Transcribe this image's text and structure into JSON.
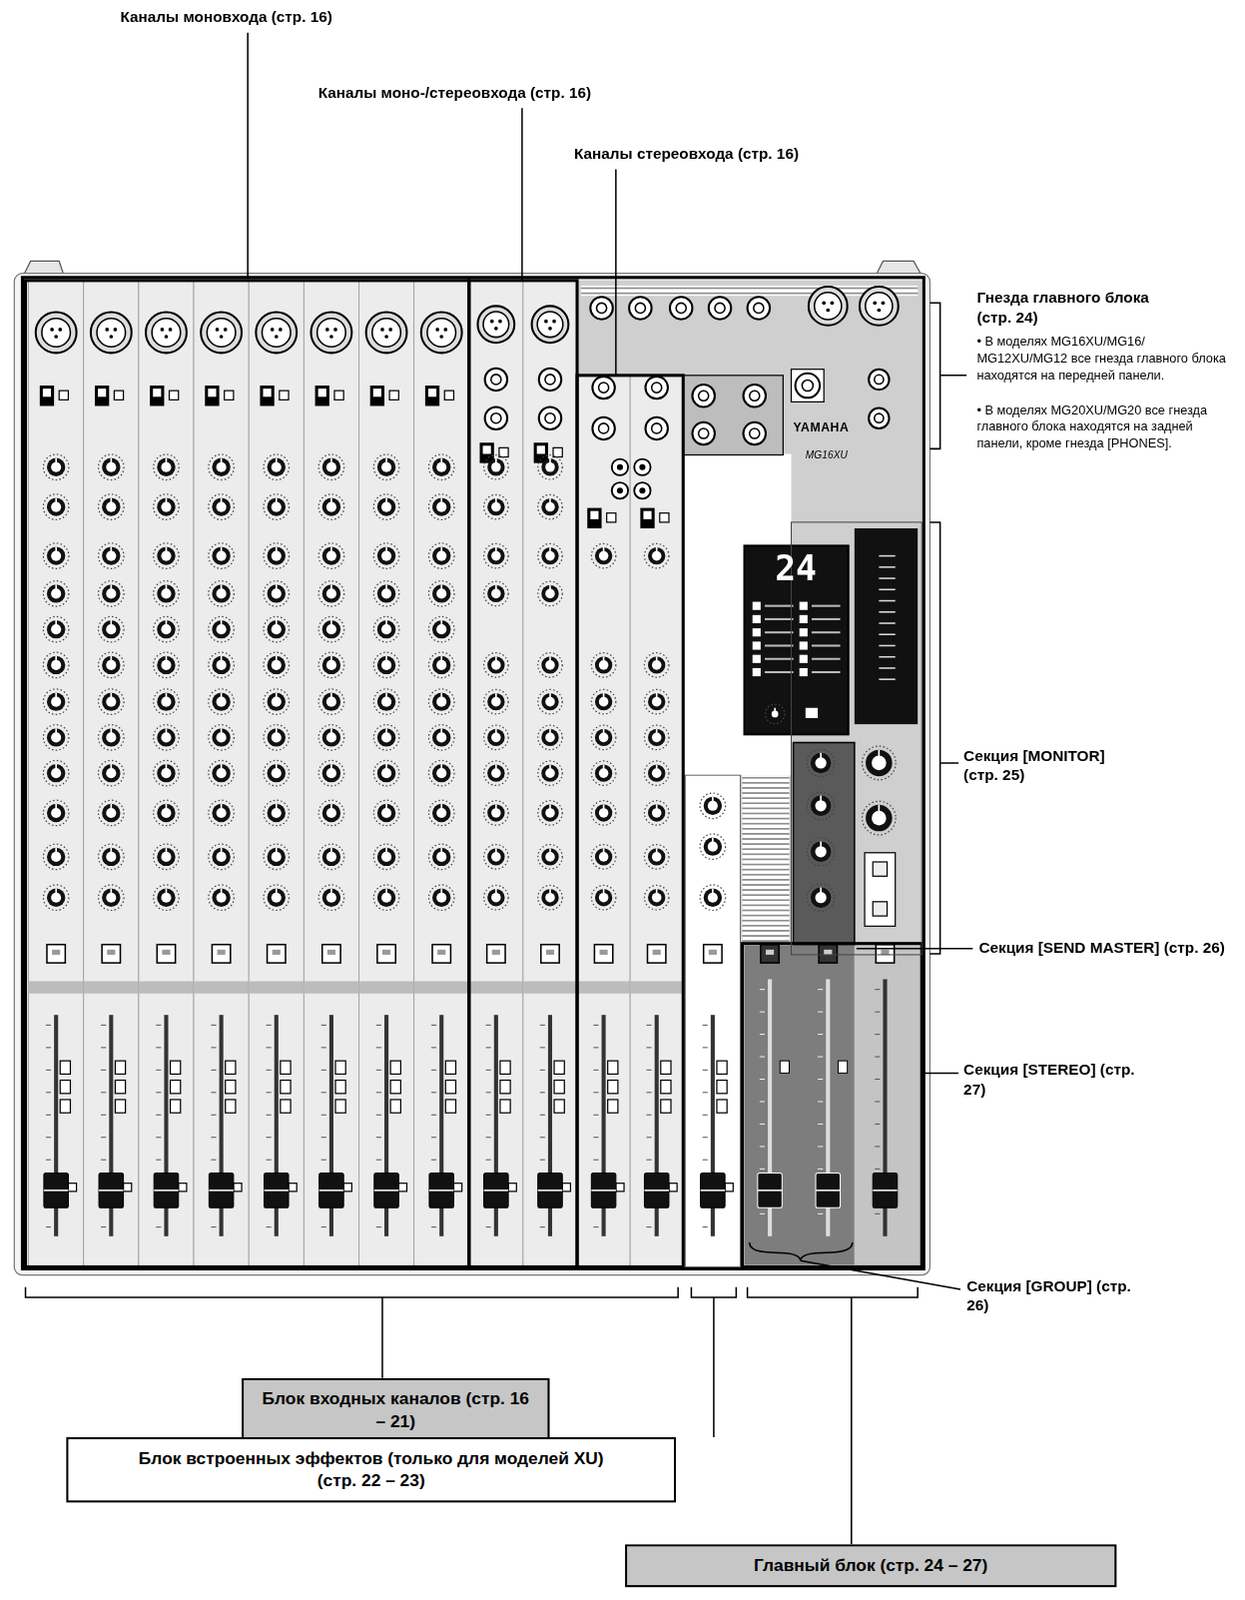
{
  "diagram": {
    "nodes": [
      {
        "text": [
          "Блок входных каналов (стр. 16 – 21)"
        ]
      },
      {
        "text": [
          "Блок встроенных эффектов (только для моделей XU) (стр. 22 – 23)"
        ]
      },
      {
        "text": [
          "Главный блок (стр. 24 – 27)"
        ]
      }
    ],
    "labels": [
      "Каналы моновхода (стр. 16)",
      "Каналы моно-/стереовхода (стр. 16)",
      "Каналы стереовхода (стр. 16)",
      "Гнезда главного блока (стр. 24)",
      "• В моделях MG16XU/MG16/ MG12XU/MG12 все гнезда главного блока находятся на передней панели.",
      "• В моделях MG20XU/MG20 все гнезда главного блока находятся на задней панели, кроме гнезда [PHONES].",
      "Секция [MONITOR] (стр. 25)",
      "Секция [SEND MASTER] (стр. 26)",
      "Секция [STEREO] (стр. 27)",
      "Секция [GROUP] (стр. 26)",
      "24",
      "YAMAHA",
      "MG16XU"
    ]
  }
}
